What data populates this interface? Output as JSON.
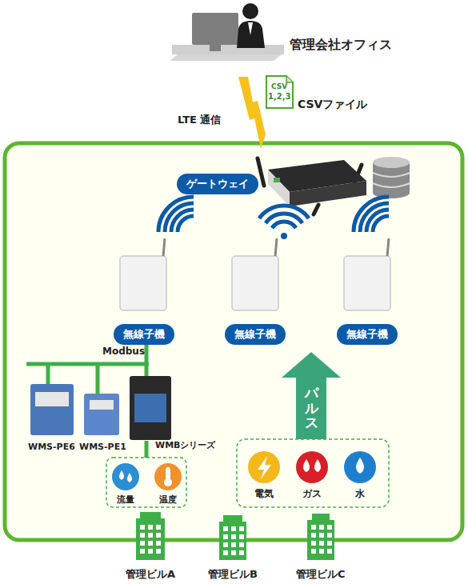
{
  "diagram": {
    "nodes": [
      {
        "text": [
          "ゲートウェイ"
        ]
      },
      {
        "text": [
          "無線子機"
        ]
      },
      {
        "text": [
          "無線子機"
        ]
      },
      {
        "text": [
          "無線子機"
        ]
      },
      {
        "text": [
          "パルス"
        ]
      }
    ],
    "labels": [
      "管理会社オフィス",
      "CSV",
      "1,2,3",
      "CSVファイル",
      "LTE 通信",
      "Modbus",
      "WMS-PE6",
      "WMS-PE1",
      "WMBシリーズ",
      "流量",
      "温度",
      "電気",
      "ガス",
      "水",
      "管理ビルA",
      "管理ビルB",
      "管理ビルC"
    ]
  }
}
